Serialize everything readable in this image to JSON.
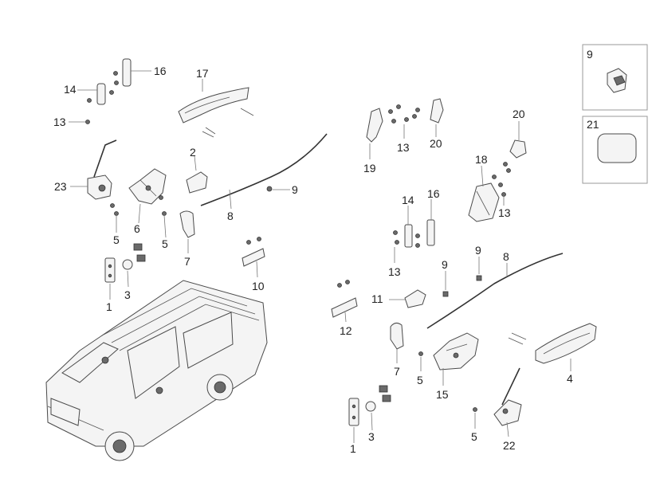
{
  "callouts": {
    "c1a": "1",
    "c1b": "1",
    "c2": "2",
    "c3a": "3",
    "c3b": "3",
    "c4": "4",
    "c5a": "5",
    "c5b": "5",
    "c5c": "5",
    "c5d": "5",
    "c6": "6",
    "c7a": "7",
    "c7b": "7",
    "c8a": "8",
    "c8b": "8",
    "c9a": "9",
    "c9b": "9",
    "c9c": "9",
    "c10": "10",
    "c11": "11",
    "c12": "12",
    "c13a": "13",
    "c13b": "13",
    "c13c": "13",
    "c13d": "13",
    "c14a": "14",
    "c14b": "14",
    "c15": "15",
    "c16a": "16",
    "c16b": "16",
    "c17": "17",
    "c18": "18",
    "c19": "19",
    "c20a": "20",
    "c20b": "20",
    "c21": "21",
    "c22": "22",
    "c23": "23"
  }
}
